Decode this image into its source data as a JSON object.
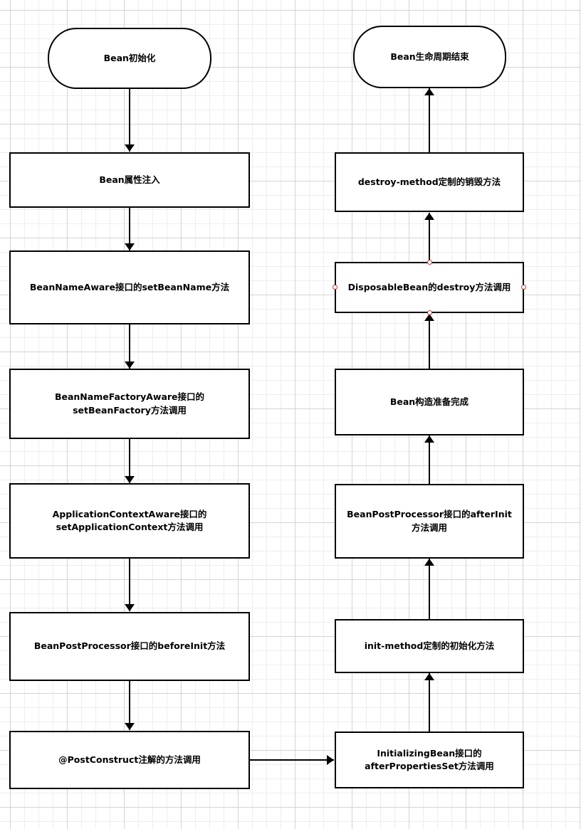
{
  "flowchart": {
    "left_column": {
      "start": {
        "lines": [
          "Bean初始化"
        ]
      },
      "steps": [
        {
          "lines": [
            "Bean属性注入"
          ]
        },
        {
          "lines": [
            "BeanNameAware接口的setBeanName方法"
          ]
        },
        {
          "lines": [
            "BeanNameFactoryAware接口的",
            "setBeanFactory方法调用"
          ]
        },
        {
          "lines": [
            "ApplicationContextAware接口的",
            "setApplicationContext方法调用"
          ]
        },
        {
          "lines": [
            "BeanPostProcessor接口的beforeInit方法"
          ]
        },
        {
          "lines": [
            "@PostConstruct注解的方法调用"
          ]
        }
      ]
    },
    "right_column": {
      "end": {
        "lines": [
          "Bean生命周期结束"
        ]
      },
      "steps": [
        {
          "lines": [
            "destroy-method定制的销毁方法"
          ]
        },
        {
          "lines": [
            "DisposableBean的destroy方法调用"
          ]
        },
        {
          "lines": [
            "Bean构造准备完成"
          ]
        },
        {
          "lines": [
            "BeanPostProcessor接口的afterInit",
            "方法调用"
          ]
        },
        {
          "lines": [
            "init-method定制的初始化方法"
          ]
        },
        {
          "lines": [
            "InitializingBean接口的",
            "afterPropertiesSet方法调用"
          ]
        }
      ]
    }
  }
}
